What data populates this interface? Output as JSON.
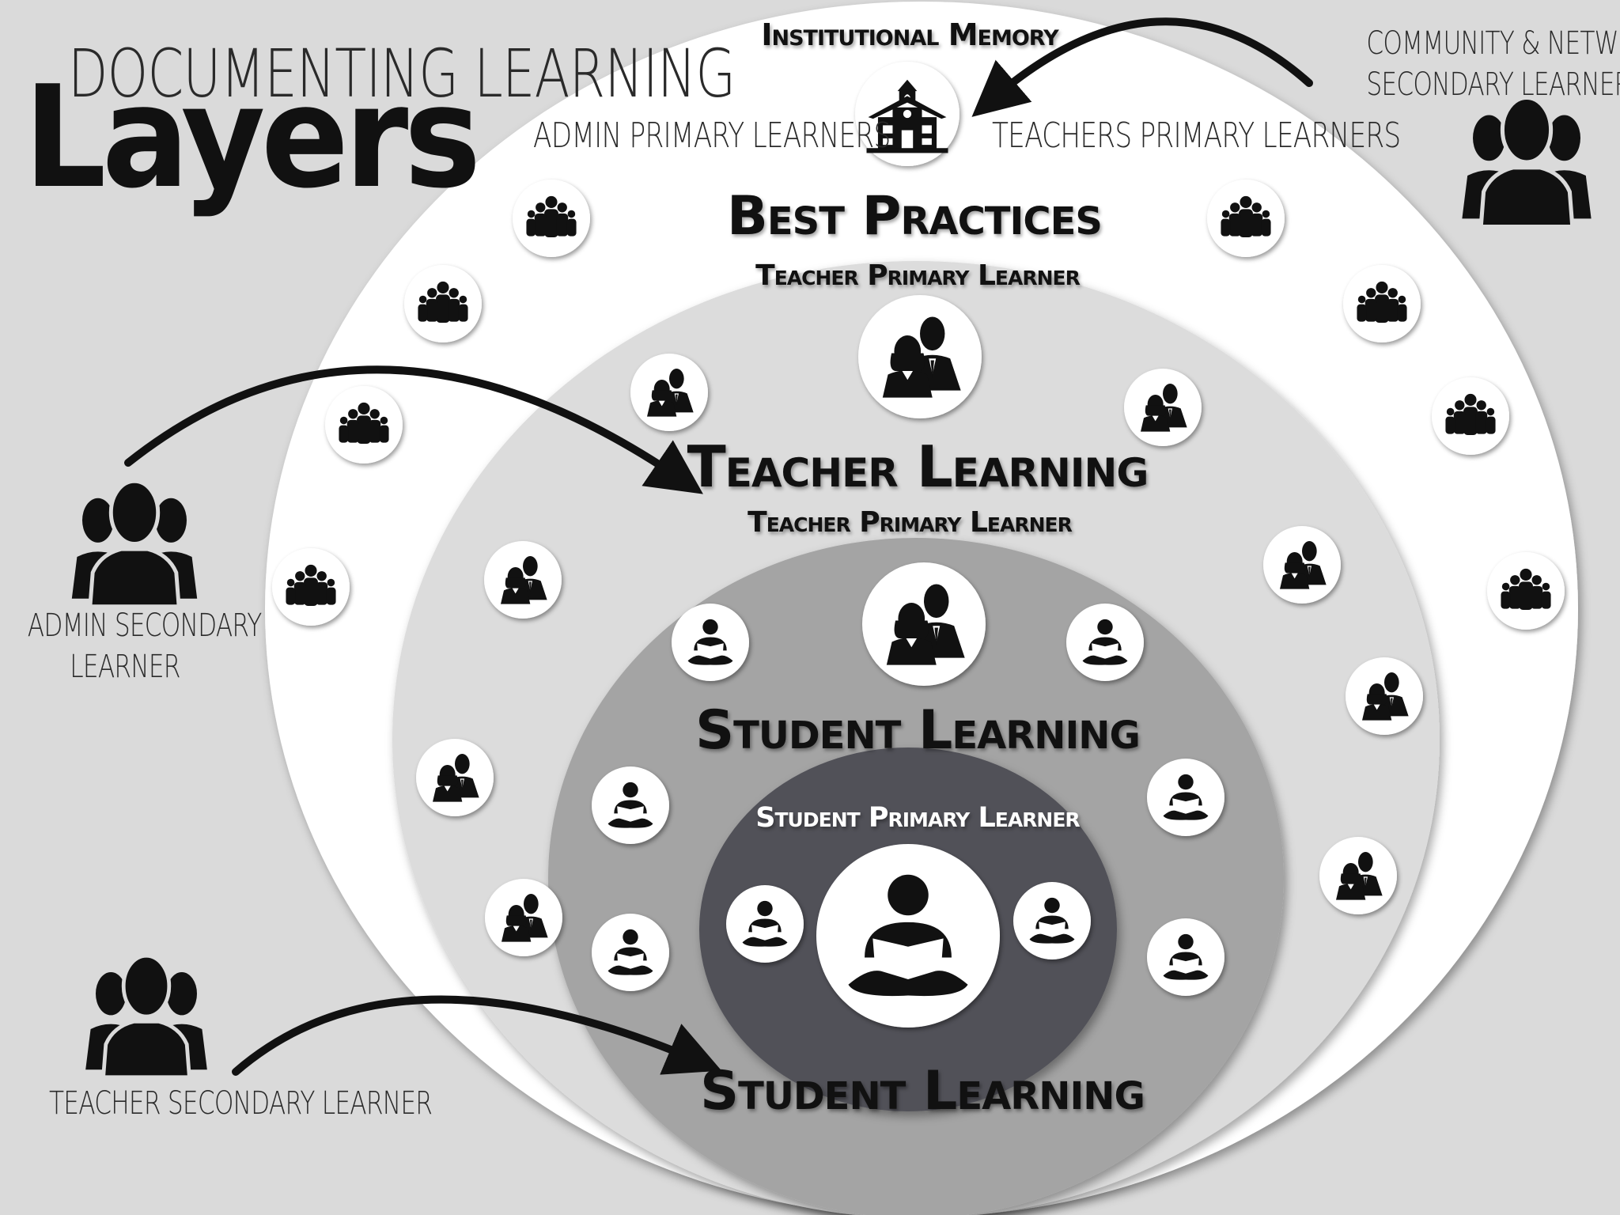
{
  "title": {
    "line1": "DOCUMENTING LEARNING",
    "line2": "Layers"
  },
  "layers": {
    "institutional_memory": "Institutional Memory",
    "admin_primary": "ADMIN PRIMARY LEARNERS",
    "teachers_primary": "TEACHERS PRIMARY LEARNERS",
    "best_practices": "Best Practices",
    "teacher_primary_1": "Teacher Primary Learner",
    "teacher_learning": "Teacher  Learning",
    "teacher_primary_2": "Teacher Primary Learner",
    "student_learning_1": "Student Learning",
    "student_primary": "Student Primary Learner",
    "student_learning_2": "Student Learning"
  },
  "secondary": {
    "community_line1": "COMMUNITY & NETWORK",
    "community_line2": "SECONDARY LEARNERS",
    "admin_line1": "ADMIN SECONDARY",
    "admin_line2": "LEARNER",
    "teacher": "TEACHER SECONDARY LEARNER"
  },
  "colors": {
    "background": "#dadada",
    "outer_ring": "#ffffff",
    "teacher_ring": "#dcdcdc",
    "student_ring": "#a4a4a4",
    "core": "#515159",
    "ink": "#111111"
  },
  "icons": {
    "institution": "schoolhouse-icon",
    "admin_group": "group-icon",
    "teacher_pair": "teacher-pair-icon",
    "student": "student-reading-icon",
    "secondary": "person-silhouette-icon"
  }
}
